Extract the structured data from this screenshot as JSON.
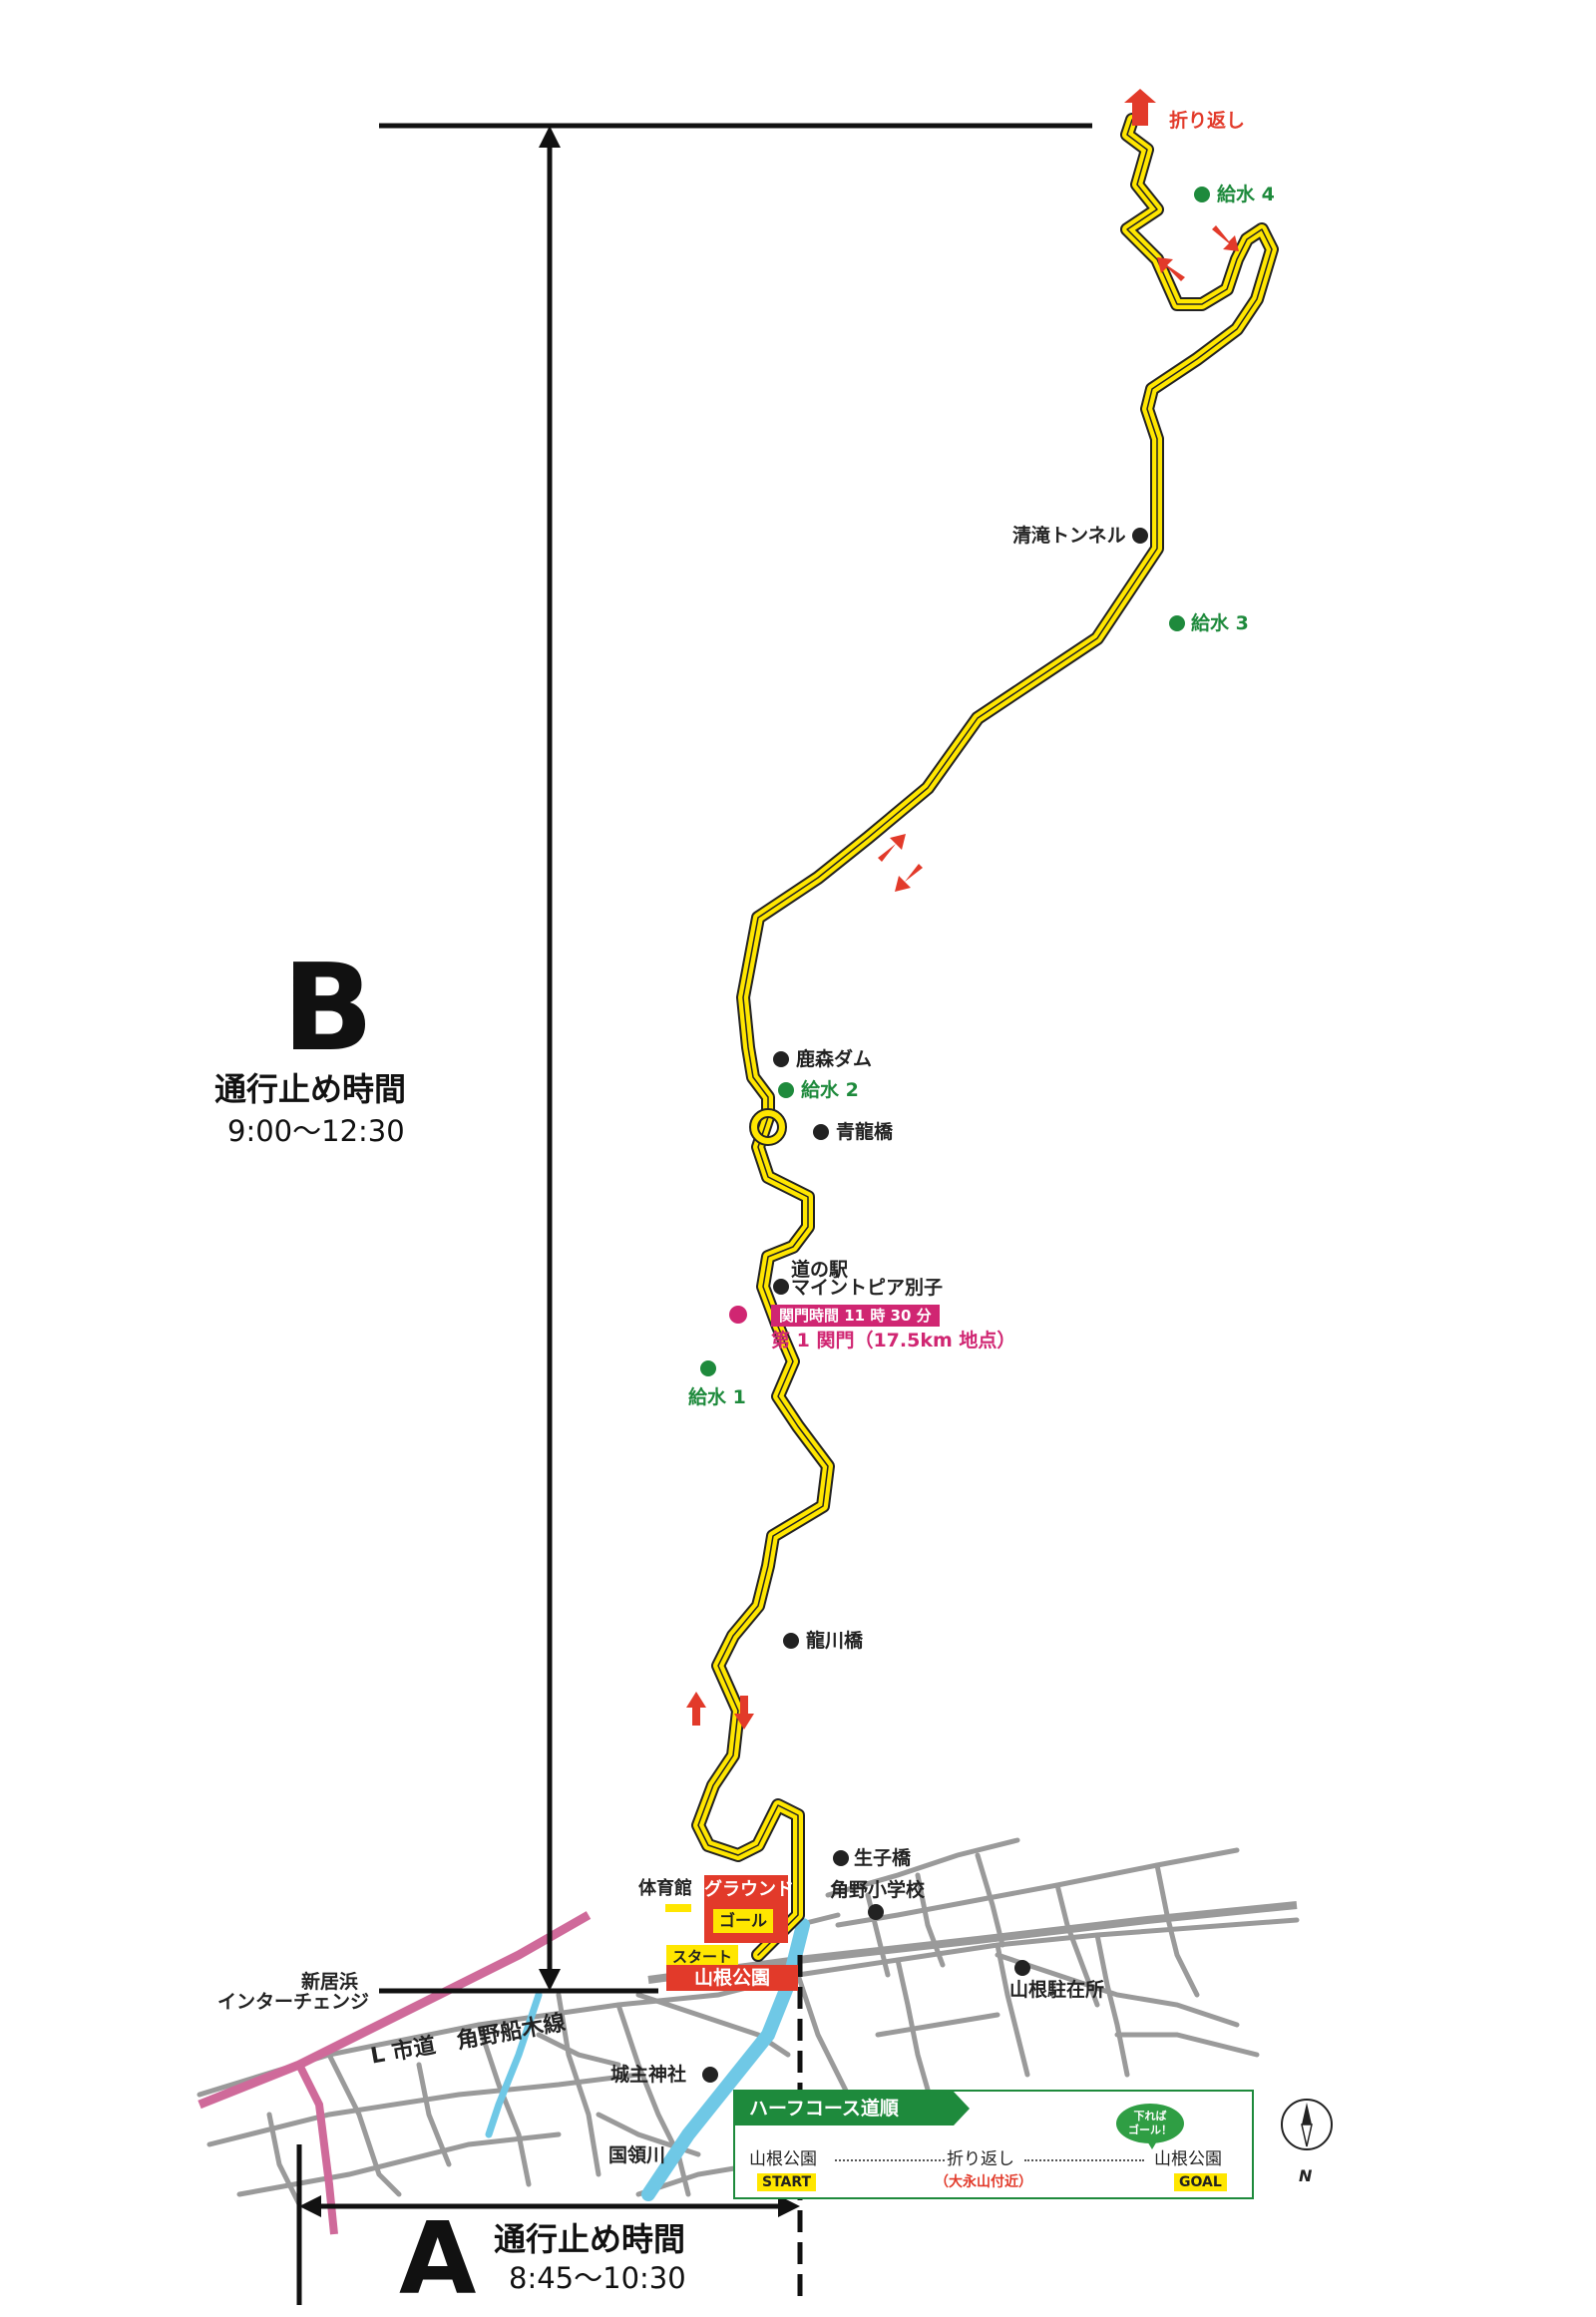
{
  "zones": {
    "b": {
      "letter": "B",
      "title": "通行止め時間",
      "time": "9:00〜12:30"
    },
    "a": {
      "letter": "A",
      "title": "通行止め時間",
      "time": "8:45〜10:30"
    }
  },
  "course_labels": {
    "turnaround": "折り返し",
    "water4": "給水 4",
    "water3": "給水 3",
    "water2": "給水 2",
    "water1": "給水 1",
    "tunnel": "清滝トンネル",
    "dam": "鹿森ダム",
    "seiryu_bridge": "青龍橋",
    "michinoeki_1": "道の駅",
    "michinoeki_2": "マイントピア別子",
    "gate_time": "関門時間 11 時 30 分",
    "gate_name": "第 1 関門（17.5km 地点）",
    "tatsukawa_bridge": "龍川橋"
  },
  "town_labels": {
    "ikuko_bridge": "生子橋",
    "school": "角野小学校",
    "gym": "体育館",
    "ground": "グラウンド",
    "goal": "ゴール",
    "start": "スタート",
    "park": "山根公園",
    "police": "山根駐在所",
    "interchange_1": "新居浜",
    "interchange_2": "インターチェンジ",
    "road": "L 市道　角野船木線",
    "shrine": "城主神社",
    "river": "国領川"
  },
  "course_panel": {
    "header": "ハーフコース道順",
    "bubble_1": "下れば",
    "bubble_2": "ゴール！",
    "from": "山根公園",
    "mid": "折り返し",
    "to": "山根公園",
    "start_tag": "START",
    "mid_note": "（大永山付近）",
    "goal_tag": "GOAL"
  },
  "compass": {
    "label": "N"
  },
  "colors": {
    "course_yellow": "#ffe600",
    "arrow_red": "#e23a2a",
    "water_green": "#1e8a3c",
    "gate_magenta": "#d02672",
    "road_gray": "#9a9a9a",
    "river_blue": "#6fc8e6",
    "expressway_pink": "#cf6a9a"
  }
}
